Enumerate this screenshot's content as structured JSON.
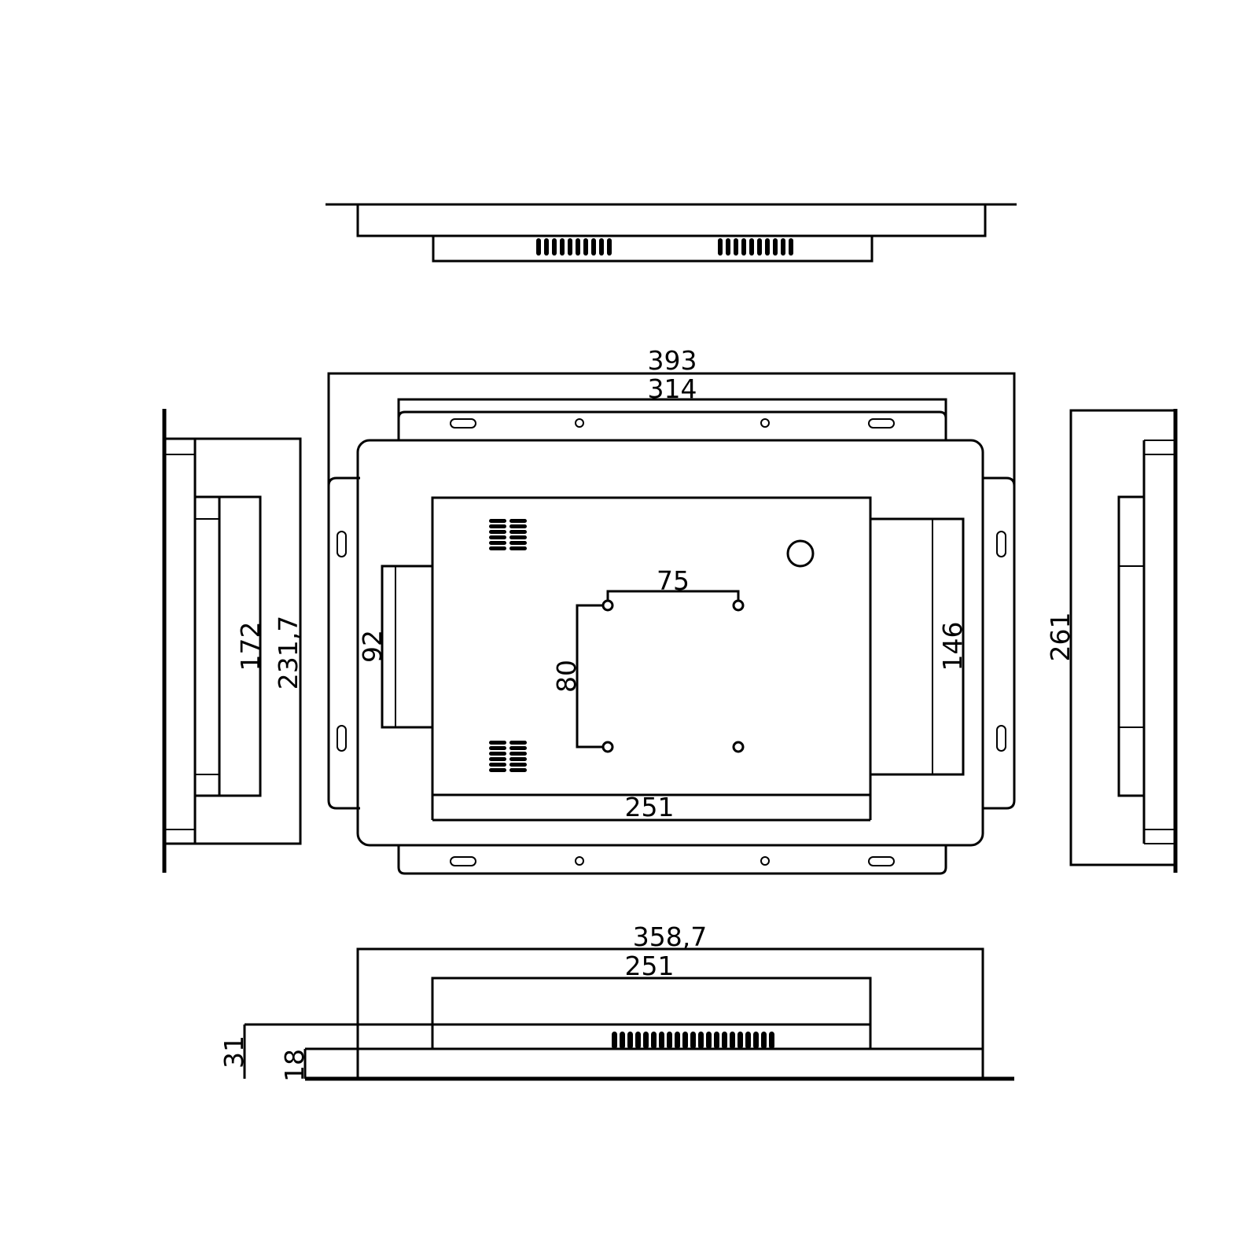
{
  "dimensions": {
    "overall_width": "393",
    "mount_width": "314",
    "vesa_horizontal": "75",
    "vesa_vertical": "80",
    "left_bracket": "92",
    "right_bracket": "146",
    "inner_width": "251",
    "side_inner": "172",
    "side_outer": "231,7",
    "right_side_height": "261",
    "bottom_width": "358,7",
    "bottom_inner_width": "251",
    "total_depth": "31",
    "bezel_depth": "18"
  },
  "colors": {
    "line": "#000000",
    "background": "#ffffff"
  },
  "views": [
    "top-view",
    "front-view",
    "left-side-view",
    "right-side-view",
    "bottom-view"
  ]
}
